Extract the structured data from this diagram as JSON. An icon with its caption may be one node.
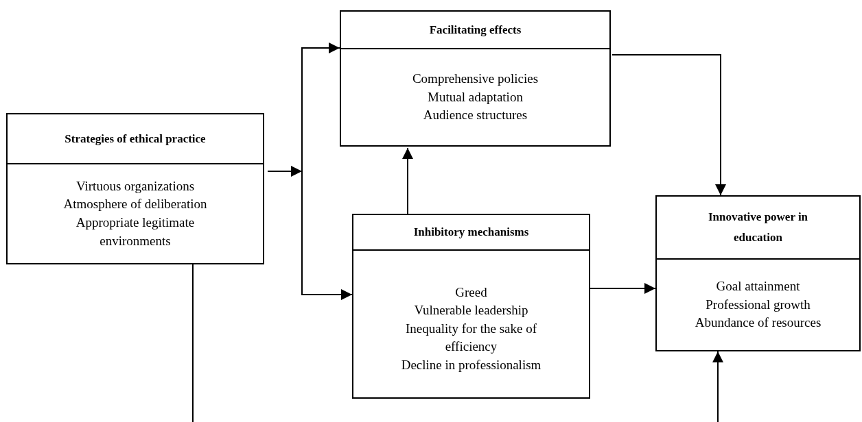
{
  "diagram": {
    "nodes": [
      {
        "text": [
          "Strategies of ethical practice",
          "Virtuous organizations",
          "Atmosphere of deliberation",
          "Appropriate legitimate environments"
        ]
      },
      {
        "text": [
          "Facilitating effects",
          "Comprehensive policies",
          "Mutual adaptation",
          "Audience structures"
        ]
      },
      {
        "text": [
          "Inhibitory mechanisms",
          "Greed",
          "Vulnerable leadership",
          "Inequality for the sake of efficiency",
          "Decline in professionalism"
        ]
      },
      {
        "text": [
          "Innovative power in education",
          "Goal attainment",
          "Professional growth",
          "Abundance of resources"
        ]
      }
    ],
    "edges": [
      {
        "from": 0,
        "to": 1,
        "arrow": "to"
      },
      {
        "from": 0,
        "to": 2,
        "arrow": "to"
      },
      {
        "from": 2,
        "to": 1,
        "arrow": "to"
      },
      {
        "from": 1,
        "to": 3,
        "arrow": "to"
      },
      {
        "from": 2,
        "to": 3,
        "arrow": "to"
      },
      {
        "from": 0,
        "to": 3,
        "arrow": "to"
      }
    ]
  }
}
